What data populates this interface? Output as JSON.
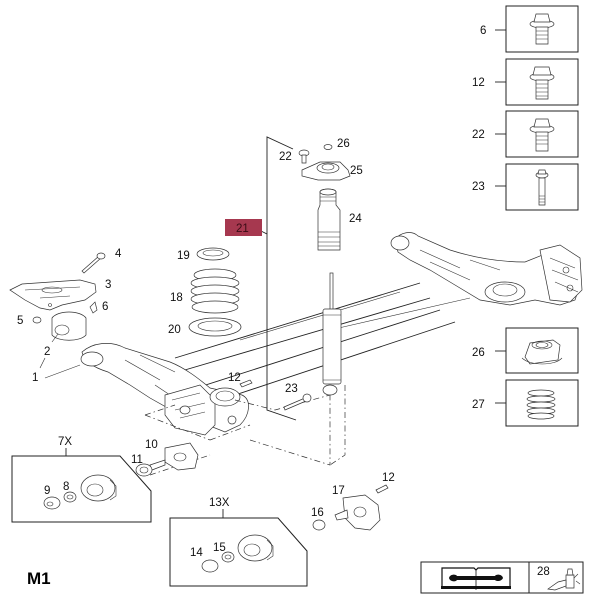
{
  "diagram": {
    "title": "M1",
    "highlight_color": "#a6384f",
    "highlighted_label": "21",
    "callouts": {
      "p1": "1",
      "p2": "2",
      "p3": "3",
      "p4": "4",
      "p5": "5",
      "p6": "6",
      "p10": "10",
      "p11": "11",
      "p12a": "12",
      "p12b": "12",
      "p16": "16",
      "p17": "17",
      "p18": "18",
      "p19": "19",
      "p20": "20",
      "p22": "22",
      "p23": "23",
      "p24": "24",
      "p25": "25",
      "p26": "26"
    },
    "groups": {
      "g7x": {
        "label": "7X",
        "items": {
          "p8": "8",
          "p9": "9"
        }
      },
      "g13x": {
        "label": "13X",
        "items": {
          "p14": "14",
          "p15": "15"
        }
      }
    },
    "detail_boxes": [
      {
        "label": "6",
        "icon": "flange-bolt-icon"
      },
      {
        "label": "12",
        "icon": "flange-bolt-icon"
      },
      {
        "label": "22",
        "icon": "flange-bolt-icon"
      },
      {
        "label": "23",
        "icon": "long-bolt-icon"
      },
      {
        "label": "26",
        "icon": "hex-nut-icon"
      },
      {
        "label": "27",
        "icon": "spring-icon"
      }
    ],
    "legend": {
      "manual_icon": "repair-manual-icon",
      "sealant_label": "28",
      "sealant_icon": "sealant-tube-icon"
    }
  }
}
